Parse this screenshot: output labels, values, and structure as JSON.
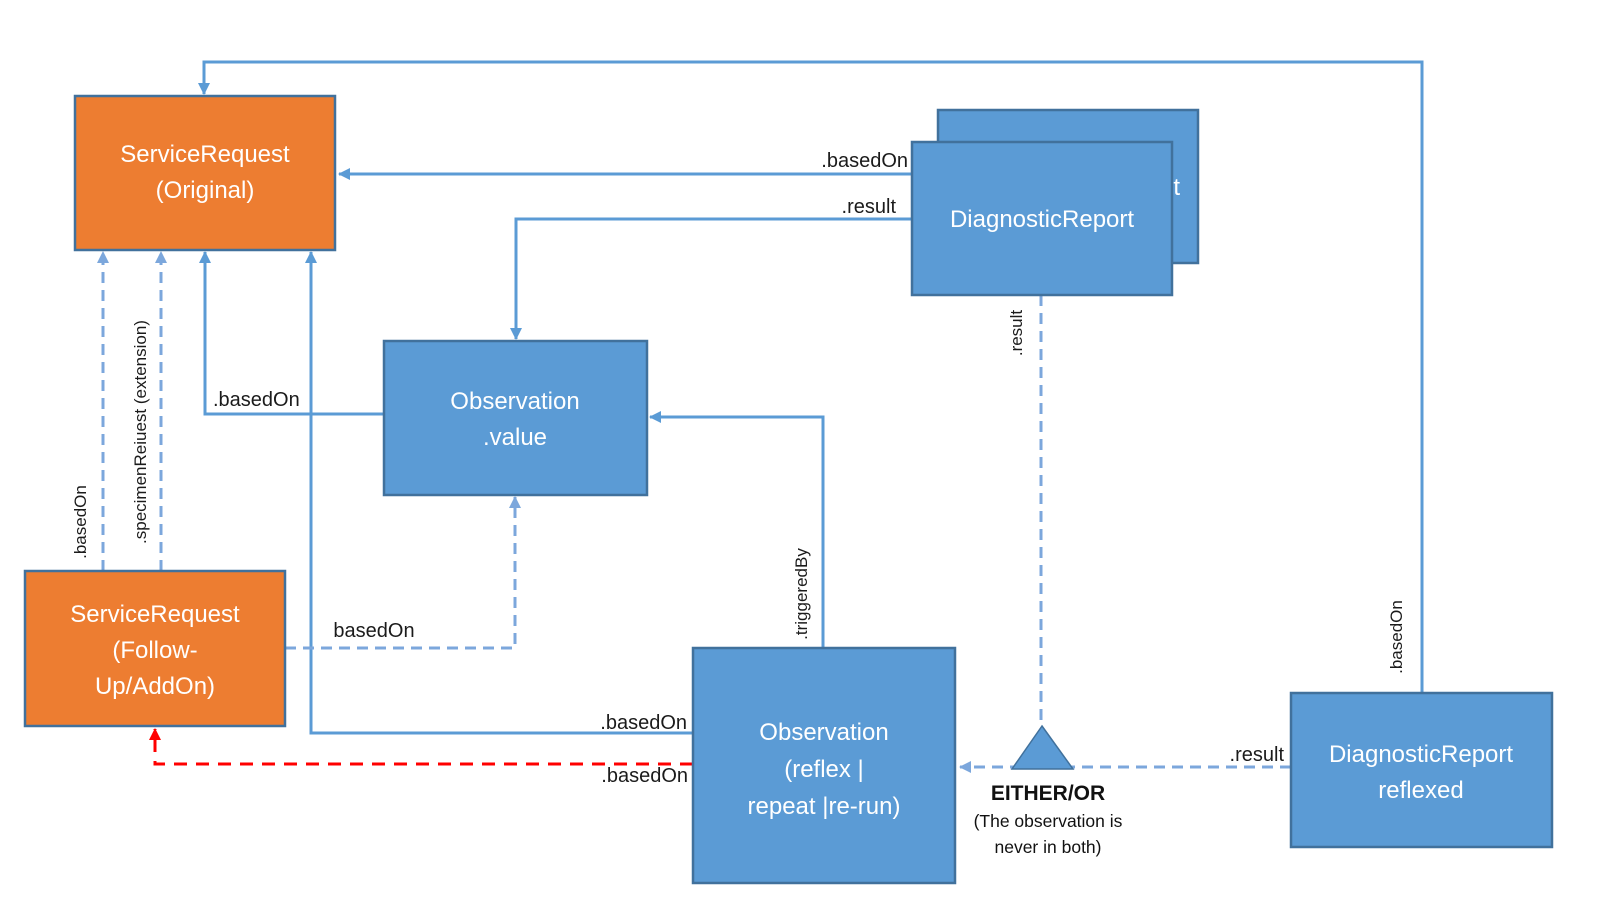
{
  "colors": {
    "orange_fill": "#ED7D31",
    "blue_fill": "#5B9BD5",
    "box_border": "#41719C",
    "solid_line": "#5B9BD5",
    "dashed_line": "#7CA7DC",
    "red_line": "#FF0000",
    "box_text": "#FFFFFF",
    "label_text": "#1B1B1B"
  },
  "nodes": {
    "sr_original": {
      "lines": [
        "ServiceRequest",
        "(Original)"
      ]
    },
    "sr_followup": {
      "lines": [
        "ServiceRequest",
        "(Follow-",
        "Up/AddOn)"
      ]
    },
    "obs_value": {
      "lines": [
        "Observation",
        ".value"
      ]
    },
    "dr_stack": {
      "label": "DiagnosticReport"
    },
    "obs_reflex": {
      "lines": [
        "Observation",
        "(reflex |",
        "repeat |re-run)"
      ]
    },
    "dr_reflexed": {
      "lines": [
        "DiagnosticReport",
        "reflexed"
      ]
    }
  },
  "edge_labels": {
    "dr_basedon": ".basedOn",
    "dr_result": ".result",
    "obsvalue_basedon": ".basedOn",
    "obsreflex_basedon": ".basedOn",
    "followup_basedon_vert": ".basedOn",
    "specimen_extension": ".specimenReiuest (extension)",
    "followup_obsvalue_basedon": "basedOn",
    "triggeredby": ".triggeredBy",
    "dr_result_vert": ".result",
    "reflexed_result": ".result",
    "reflexed_basedon_vert": ".basedOn",
    "red_basedon": ".basedOn"
  },
  "annotation": {
    "either_or": "EITHER/OR",
    "note_lines": [
      "(The observation is",
      "never in both)"
    ]
  }
}
